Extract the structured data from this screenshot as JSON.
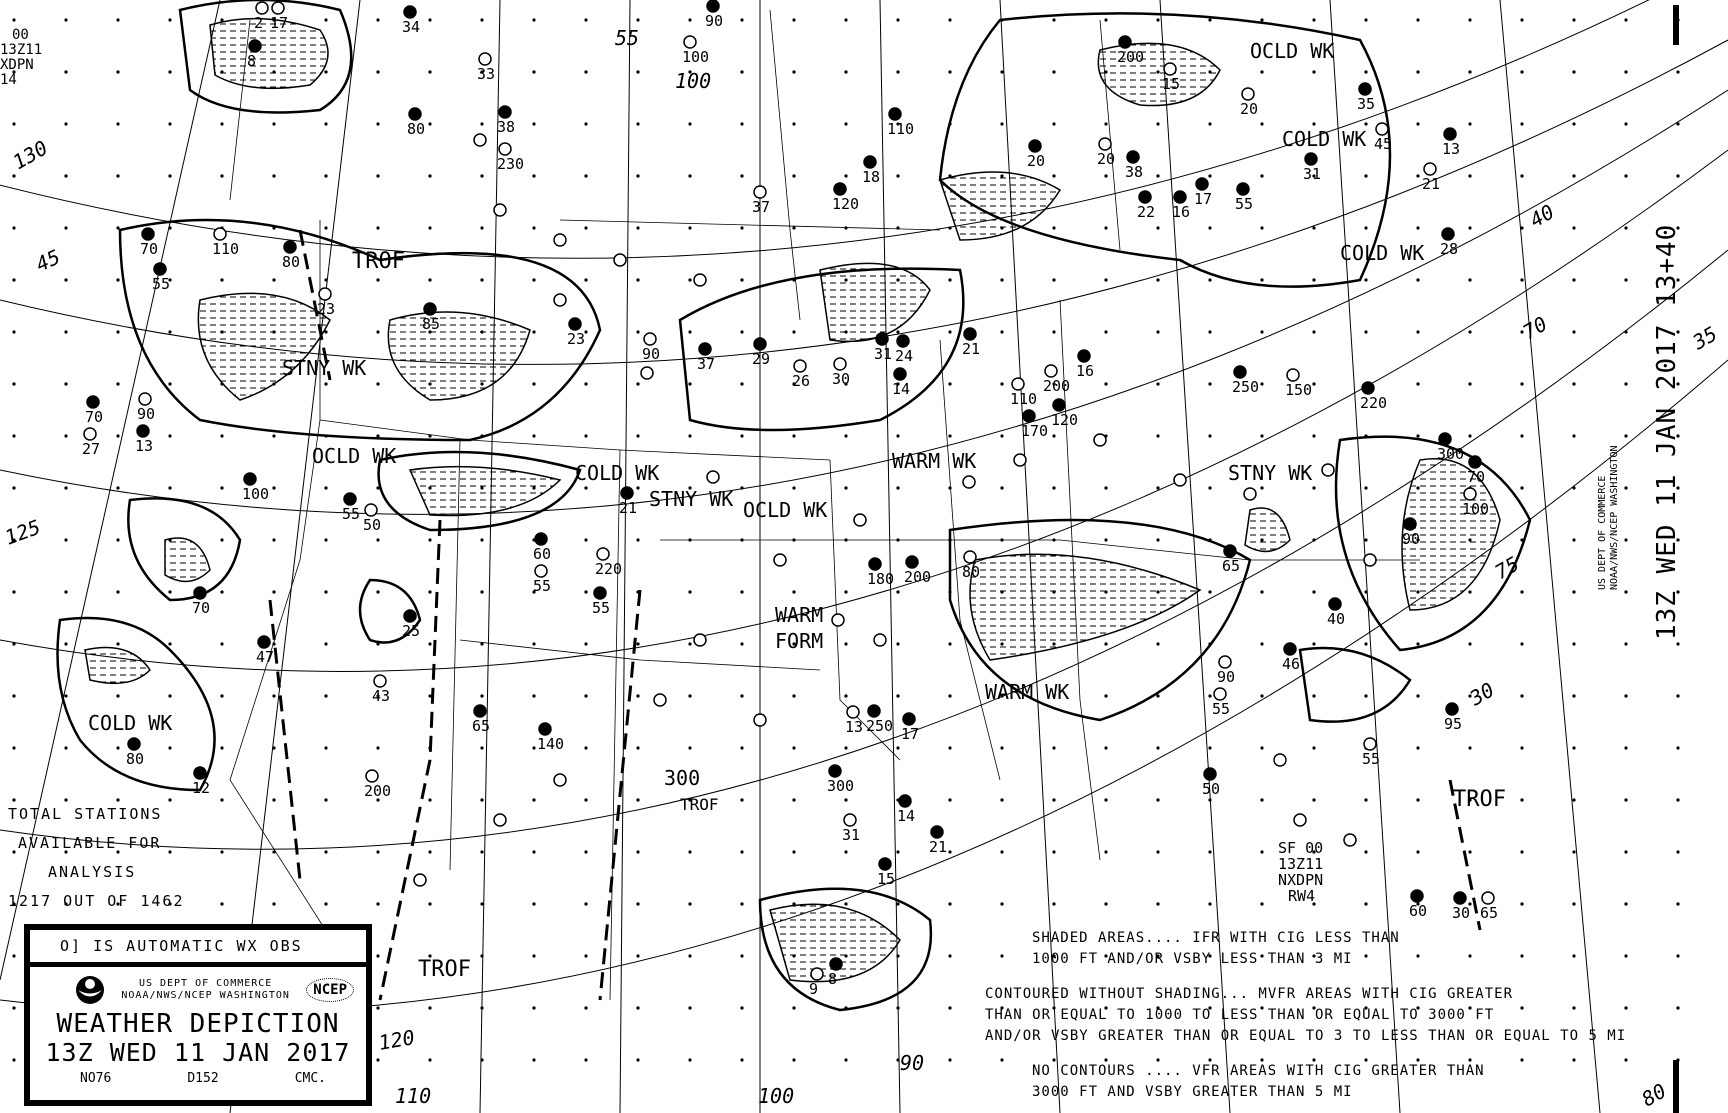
{
  "chart_title": "WEATHER DEPICTION",
  "valid_time": "13Z WED  11 JAN 2017",
  "vertical_title": "13Z WED  11 JAN 2017 13+40",
  "organization": {
    "line1": "US DEPT OF COMMERCE",
    "line2": "NOAA/NWS/NCEP WASHINGTON",
    "ncep_logo": "NCEP"
  },
  "legend": {
    "automatic_obs": "O] IS AUTOMATIC WX OBS",
    "codes": [
      "NO76",
      "D152",
      "CMC."
    ]
  },
  "station_count": {
    "lines": [
      "TOTAL STATIONS",
      "AVAILABLE FOR",
      "ANALYSIS",
      "1217 OUT OF 1462"
    ]
  },
  "key": {
    "lines": [
      "SHADED AREAS.... IFR WITH CIG LESS THAN",
      "1000 FT AND/OR VSBY LESS THAN 3 MI",
      "CONTOURED WITHOUT SHADING... MVFR AREAS WITH CIG GREATER",
      "THAN OR EQUAL TO 1000 TO LESS THAN OR EQUAL TO 3000 FT",
      "AND/OR VSBY GREATER THAN OR EQUAL TO 3 TO LESS THAN OR EQUAL TO 5 MI",
      "NO CONTOURS .... VFR AREAS WITH CIG GREATER THAN",
      "3000 FT AND VSBY GREATER THAN 5 MI"
    ]
  },
  "product_ids": {
    "top_left": [
      "00",
      "13Z11",
      "XDPN",
      "14"
    ],
    "lower_right": [
      "SF 00",
      "13Z11",
      "NXDPN",
      "RW4"
    ]
  },
  "fronts": [
    "TROF",
    "STNY WK",
    "OCLD WK",
    "COLD WK",
    "STNY WK",
    "OCLD WK",
    "WARM WK",
    "STNY WK",
    "COLD WK",
    "OCLD WK",
    "COLD WK",
    "WARM",
    "FORM",
    "WARM WK",
    "COLD WK",
    "TROF",
    "300",
    "TROF",
    "TROF"
  ],
  "grid_labels": [
    "130",
    "45",
    "125",
    "120",
    "110",
    "100",
    "90",
    "80",
    "70",
    "75",
    "40",
    "30",
    "55",
    "100",
    "35"
  ],
  "stations": [
    "2",
    "8",
    "34",
    "33",
    "80",
    "38",
    "230",
    "200",
    "90",
    "100",
    "110",
    "18",
    "37",
    "120",
    "20",
    "20",
    "22",
    "16",
    "15",
    "38",
    "17",
    "20",
    "55",
    "31",
    "45",
    "35",
    "13",
    "21",
    "28",
    "70",
    "110",
    "55",
    "80",
    "23",
    "85",
    "23",
    "90",
    "37",
    "29",
    "26",
    "14",
    "24",
    "30",
    "31",
    "21",
    "110",
    "170",
    "120",
    "200",
    "16",
    "250",
    "150",
    "220",
    "300",
    "100",
    "70",
    "90",
    "27",
    "13",
    "70",
    "90",
    "100",
    "55",
    "50",
    "21",
    "25",
    "220",
    "180",
    "200",
    "80",
    "55",
    "60",
    "55",
    "70",
    "47",
    "43",
    "65",
    "140",
    "200",
    "300",
    "250",
    "13",
    "17",
    "14",
    "31",
    "21",
    "15",
    "9",
    "8",
    "30",
    "65",
    "60",
    "65",
    "55",
    "46",
    "40",
    "90",
    "50",
    "95",
    "55",
    "80",
    "12",
    "17"
  ],
  "colors": {
    "ink": "#000000",
    "background": "#ffffff"
  }
}
